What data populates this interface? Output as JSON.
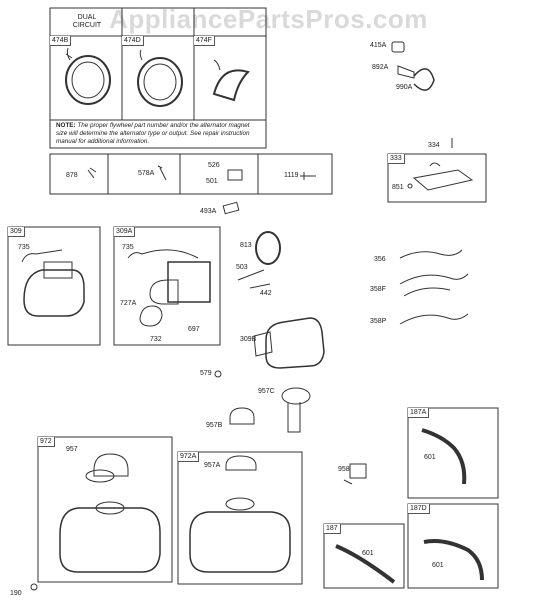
{
  "watermark": "AppliancePartsPros.com",
  "alternator_table": {
    "headers": [
      "DUAL CIRCUIT",
      "",
      ""
    ],
    "callouts": [
      "474B",
      "474D",
      "474F"
    ],
    "note_bold": "NOTE:",
    "note_text": "The proper flywheel part number and/or the alternator magnet size will determine the alternator type or output. See repair instruction manual for additional information."
  },
  "hardware_row": {
    "labels": [
      "878",
      "578A",
      "526",
      "501",
      "1119"
    ]
  },
  "groups": [
    {
      "id": "309",
      "parts": [
        "735"
      ]
    },
    {
      "id": "309A",
      "parts": [
        "735",
        "727A",
        "732",
        "697"
      ]
    },
    {
      "id": "333",
      "parts": [
        "851"
      ]
    },
    {
      "id": "972",
      "parts": [
        "957"
      ]
    },
    {
      "id": "972A",
      "parts": [
        "957A"
      ]
    },
    {
      "id": "187A",
      "parts": [
        "601"
      ]
    },
    {
      "id": "187",
      "parts": [
        "601"
      ]
    },
    {
      "id": "187D",
      "parts": [
        "601"
      ]
    }
  ],
  "loose_parts": [
    "415A",
    "892A",
    "990A",
    "334",
    "493A",
    "813",
    "503",
    "442",
    "356",
    "358F",
    "358P",
    "309B",
    "579",
    "957C",
    "957B",
    "958",
    "190"
  ]
}
